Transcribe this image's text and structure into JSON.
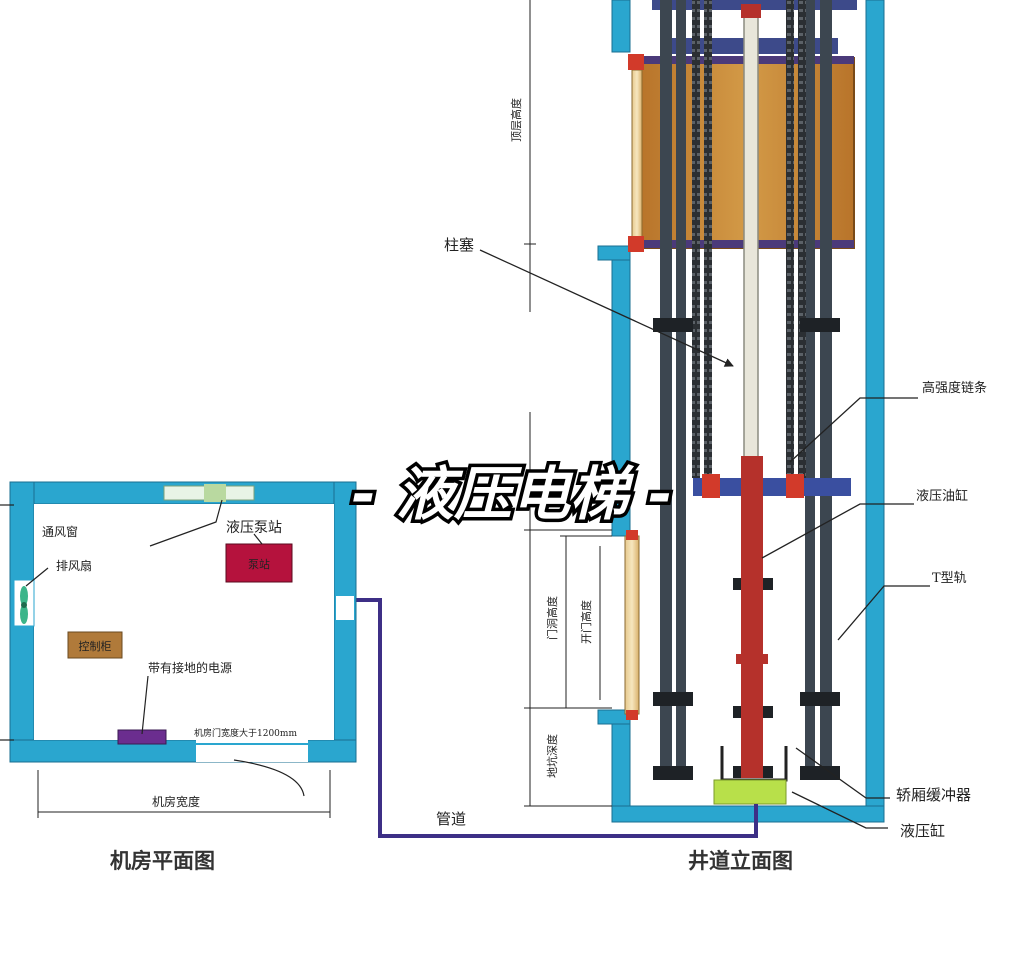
{
  "banner": "- 液压电梯 -",
  "colors": {
    "wall": "#2aa6cf",
    "wall_edge": "#1a6f90",
    "pipe": "#3d2f86",
    "car": "#c9822f",
    "rail": "#3c4650",
    "cylinder": "#b5312b",
    "pump": "#b5123d",
    "cabinet": "#b07a3a",
    "socket": "#6b2d8f",
    "buffer": "#b8e04a"
  },
  "shaft": {
    "caption": "井道立面图",
    "labels": {
      "plunger": "柱塞",
      "chain": "高强度链条",
      "oil_cylinder": "液压油缸",
      "t_rail": "T型轨",
      "car_buffer": "轿厢缓冲器",
      "hydraulic_cylinder": "液压缸",
      "pipeline": "管道"
    },
    "dimensions": {
      "floor_height": "顶层高度",
      "door_opening_height": "门洞高度",
      "door_clear_height": "开门高度",
      "pit_depth": "地坑深度"
    }
  },
  "machine_room": {
    "caption": "机房平面图",
    "labels": {
      "vent_window": "通风窗",
      "exhaust_fan": "排风扇",
      "pump_station": "液压泵站",
      "pump_text": "泵站",
      "control_cabinet": "控制柜",
      "grounded_power": "带有接地的电源",
      "door_note": "机房门宽度大于1200mm",
      "room_width": "机房宽度"
    }
  }
}
